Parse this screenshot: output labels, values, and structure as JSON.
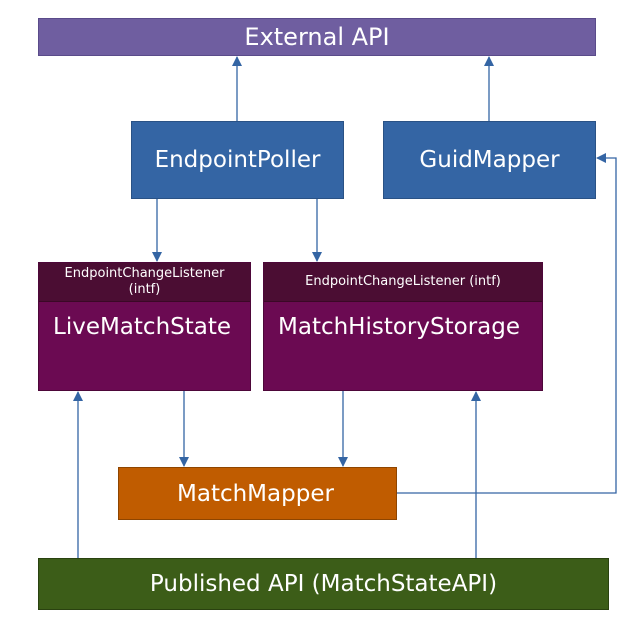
{
  "diagram": {
    "nodes": {
      "external_api": {
        "label": "External API",
        "color": "#6f5ea0"
      },
      "endpoint_poller": {
        "label": "EndpointPoller",
        "color": "#3465a4"
      },
      "guid_mapper": {
        "label": "GuidMapper",
        "color": "#3465a4"
      },
      "live_match_state": {
        "interface": "EndpointChangeListener\n(intf)",
        "label": "LiveMatchState",
        "color": "#6b0a52"
      },
      "match_history_storage": {
        "interface": "EndpointChangeListener (intf)",
        "label": "MatchHistoryStorage",
        "color": "#6b0a52"
      },
      "match_mapper": {
        "label": "MatchMapper",
        "color": "#c05c00"
      },
      "published_api": {
        "label": "Published API (MatchStateAPI)",
        "color": "#3c5d18"
      }
    },
    "edges": [
      {
        "from": "EndpointPoller",
        "to": "External API"
      },
      {
        "from": "GuidMapper",
        "to": "External API"
      },
      {
        "from": "EndpointPoller",
        "to": "LiveMatchState"
      },
      {
        "from": "EndpointPoller",
        "to": "MatchHistoryStorage"
      },
      {
        "from": "LiveMatchState",
        "to": "MatchMapper"
      },
      {
        "from": "MatchHistoryStorage",
        "to": "MatchMapper"
      },
      {
        "from": "MatchMapper",
        "to": "GuidMapper"
      },
      {
        "from": "Published API (MatchStateAPI)",
        "to": "LiveMatchState"
      },
      {
        "from": "Published API (MatchStateAPI)",
        "to": "MatchHistoryStorage"
      }
    ],
    "connector_color": "#3465a4"
  }
}
